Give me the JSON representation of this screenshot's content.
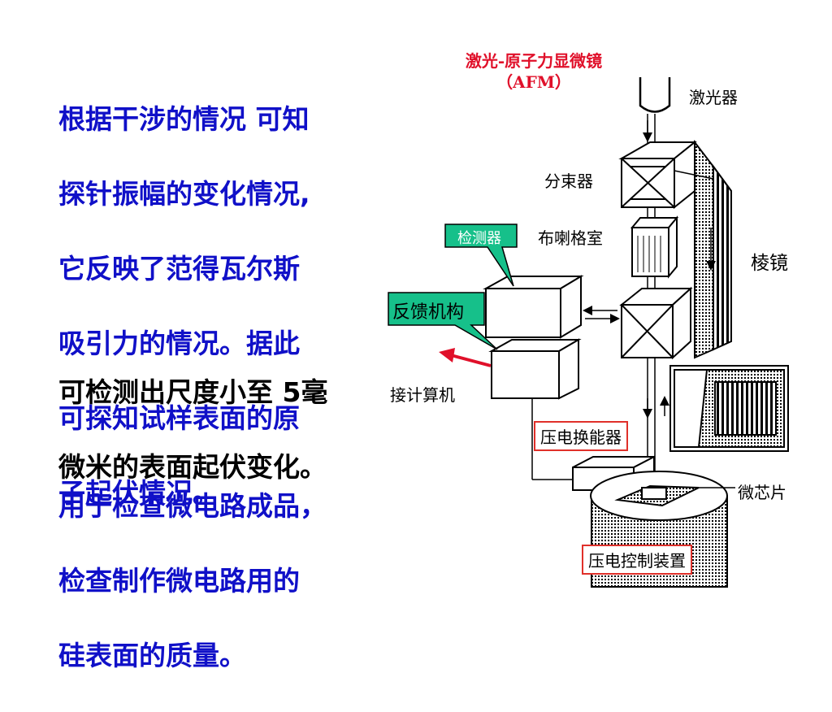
{
  "text": {
    "para1": {
      "color": "#1010c8",
      "lines": [
        "根据干涉的情况 可知",
        "探针振幅的变化情况,",
        "它反映了范得瓦尔斯",
        "吸引力的情况。据此",
        "可探知试样表面的原",
        "子起伏情况。"
      ]
    },
    "para2": {
      "color": "#000000",
      "lines": [
        "可检测出尺度小至 5毫",
        "微米的表面起伏变化。"
      ]
    },
    "para3": {
      "color": "#1010c8",
      "lines": [
        "用于检查微电路成品，",
        "检查制作微电路用的",
        "硅表面的质量。"
      ]
    }
  },
  "diagram": {
    "title": "激光-原子力显微镜",
    "subtitle": "（AFM）",
    "labels": {
      "laser": "激光器",
      "splitter": "分束器",
      "bragg": "布喇格室",
      "prism": "棱镜",
      "computer": "接计算机",
      "chip": "微芯片"
    },
    "callouts": {
      "detector": "检测器",
      "feedback": "反馈机构"
    },
    "boxed": {
      "piezo_transducer": "压电换能器",
      "piezo_control": "压电控制装置"
    },
    "colors": {
      "title": "#e0102a",
      "callout_fill": "#16c08a",
      "box_border": "#e0302a",
      "arrow": "#e0102a"
    }
  }
}
